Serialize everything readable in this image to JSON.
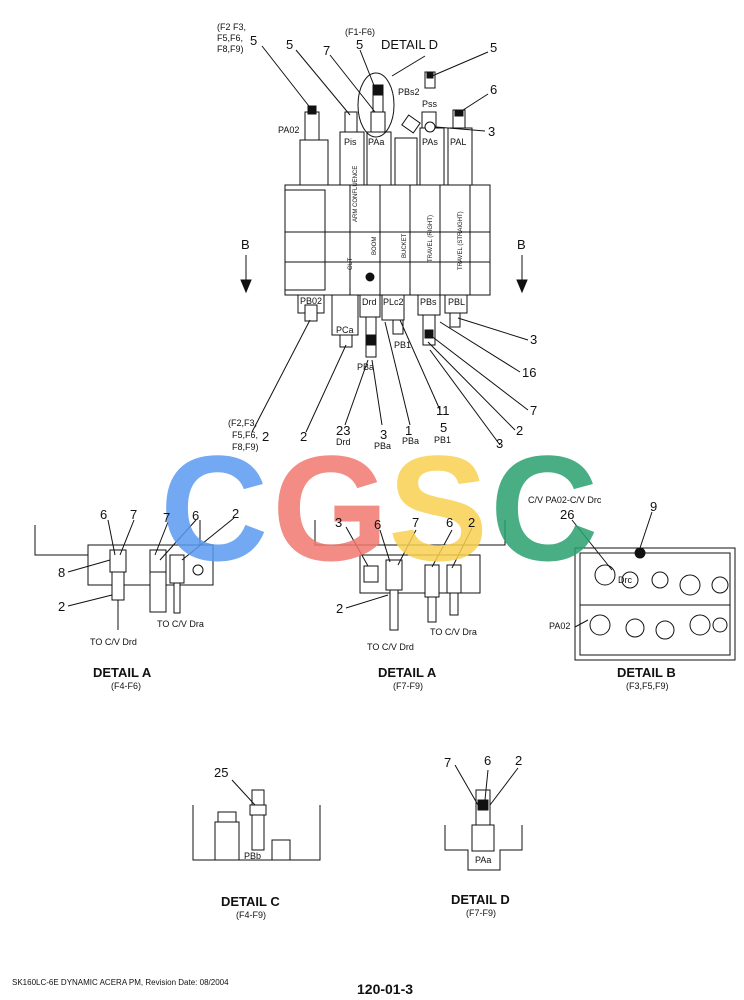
{
  "watermark": {
    "letters": [
      "C",
      "G",
      "S",
      "C"
    ],
    "colors": [
      "#5a9af0",
      "#f07870",
      "#f8d050",
      "#2aa070"
    ]
  },
  "main_view": {
    "detail_d_marker": "DETAIL D",
    "detail_d_range": "(F1-F6)",
    "range_f2_f9_top": [
      "(F2 F3,",
      "F5,F6,",
      "F8,F9)"
    ],
    "range_f2_f9_left": [
      "(F2,F3,",
      "F5,F6,",
      "F8,F9)"
    ],
    "b_arrow": "B",
    "port_labels": {
      "pa02": "PA02",
      "pis": "Pis",
      "paa": "PAa",
      "pbs2": "PBs2",
      "pss": "Pss",
      "pas": "PAs",
      "pal": "PAL",
      "pb02": "PB02",
      "pca": "PCa",
      "drd": "Drd",
      "plc2": "PLc2",
      "pbs": "PBs",
      "pbl": "PBL",
      "pb1": "PB1",
      "pba": "PBa"
    },
    "valve_sections": [
      "ARM CONFLUENCE",
      "BOOM",
      "BUCKET",
      "TRAVEL (RIGHT)",
      "TRAVEL (STRAIGHT)",
      "CUT"
    ],
    "callouts": {
      "c5a": "5",
      "c5b": "5",
      "c7": "7",
      "c5c": "5",
      "c5d": "5",
      "c6": "6",
      "c3": "3",
      "r3": "3",
      "r16": "16",
      "r7": "7",
      "r2": "2",
      "r3b": "3",
      "c11": "11",
      "c5e": "5",
      "cpb1": "PB1",
      "c1": "1",
      "cpba": "PBa",
      "c3b": "3",
      "cpba2": "PBa",
      "c23": "23",
      "cdrd": "Drd",
      "c2a": "2",
      "c2b": "2"
    }
  },
  "detail_a1": {
    "title": "DETAIL A",
    "range": "(F4-F6)",
    "callouts": [
      "6",
      "7",
      "7",
      "6",
      "2",
      "8",
      "2"
    ],
    "to_drd": "TO C/V Drd",
    "to_dra": "TO C/V Dra"
  },
  "detail_a2": {
    "title": "DETAIL A",
    "range": "(F7-F9)",
    "callouts": [
      "3",
      "6",
      "7",
      "6",
      "2",
      "2"
    ],
    "to_drd": "TO C/V Drd",
    "to_dra": "TO C/V Dra"
  },
  "detail_b": {
    "title": "DETAIL B",
    "range": "(F3,F5,F9)",
    "header": "C/V PA02-C/V Drc",
    "callouts": [
      "26",
      "9"
    ],
    "drc": "Drc",
    "pa02": "PA02"
  },
  "detail_c": {
    "title": "DETAIL C",
    "range": "(F4-F9)",
    "callout": "25",
    "pbb": "PBb"
  },
  "detail_d": {
    "title": "DETAIL D",
    "range": "(F7-F9)",
    "callouts": [
      "7",
      "6",
      "2"
    ],
    "paa": "PAa"
  },
  "footer": {
    "model": "SK160LC-6E DYNAMIC ACERA PM, Revision Date: 08/2004",
    "page": "120-01-3"
  }
}
